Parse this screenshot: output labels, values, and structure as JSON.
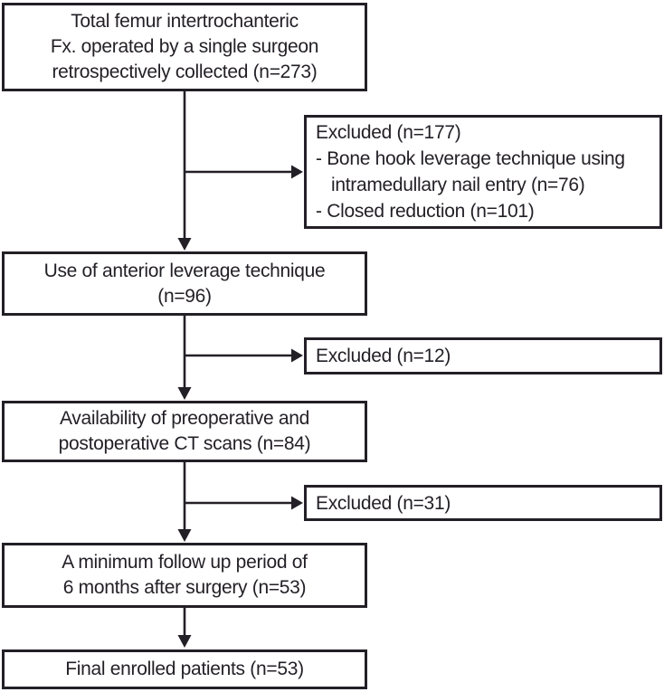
{
  "theme": {
    "ink_color": "#231f26",
    "background_color": "#ffffff"
  },
  "diagram": {
    "type": "patient-flow-chart",
    "boxes": {
      "total": {
        "lines": [
          "Total femur intertrochanteric",
          "Fx. operated by a single surgeon",
          "retrospectively collected (n=273)"
        ]
      },
      "excluded_1": {
        "lines": [
          "Excluded (n=177)",
          "- Bone hook leverage technique using",
          "intramedullary nail entry (n=76)",
          "- Closed reduction (n=101)"
        ]
      },
      "anterior_leverage": {
        "lines": [
          "Use of anterior leverage technique",
          "(n=96)"
        ]
      },
      "excluded_2": {
        "lines": [
          "Excluded (n=12)"
        ]
      },
      "ct_scans": {
        "lines": [
          "Availability of preoperative and",
          "postoperative CT scans (n=84)"
        ]
      },
      "excluded_3": {
        "lines": [
          "Excluded (n=31)"
        ]
      },
      "follow_up": {
        "lines": [
          "A minimum follow up period of",
          "6 months after surgery (n=53)"
        ]
      },
      "final": {
        "lines": [
          "Final enrolled patients (n=53)"
        ]
      }
    },
    "counts": {
      "total": 273,
      "excluded_1": 177,
      "bone_hook_leverage": 76,
      "closed_reduction": 101,
      "anterior_leverage": 96,
      "excluded_2": 12,
      "ct_scans": 84,
      "excluded_3": 31,
      "follow_up": 53,
      "final": 53
    }
  }
}
